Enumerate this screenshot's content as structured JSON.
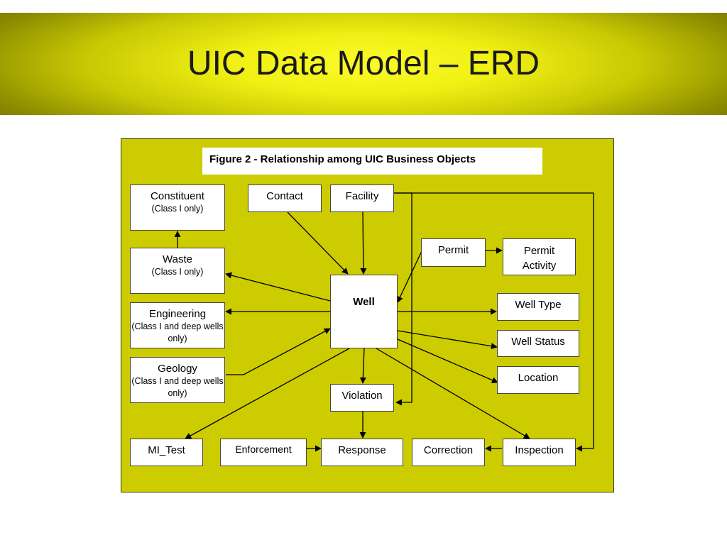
{
  "slide": {
    "title": "UIC Data Model – ERD"
  },
  "figure": {
    "caption": "Figure 2 - Relationship among UIC Business Objects"
  },
  "entities": {
    "constituent": {
      "label": "Constituent",
      "note": "(Class I only)"
    },
    "contact": {
      "label": "Contact"
    },
    "facility": {
      "label": "Facility"
    },
    "permit": {
      "label": "Permit"
    },
    "permit_activity": {
      "label": "Permit Activity"
    },
    "waste": {
      "label": "Waste",
      "note": "(Class I only)"
    },
    "well": {
      "label": "Well"
    },
    "engineering": {
      "label": "Engineering",
      "note": "(Class I and deep wells only)"
    },
    "geology": {
      "label": "Geology",
      "note": "(Class I and deep wells only)"
    },
    "well_type": {
      "label": "Well Type"
    },
    "well_status": {
      "label": "Well Status"
    },
    "location": {
      "label": "Location"
    },
    "violation": {
      "label": "Violation"
    },
    "mi_test": {
      "label": "MI_Test"
    },
    "enforcement": {
      "label": "Enforcement"
    },
    "response": {
      "label": "Response"
    },
    "correction": {
      "label": "Correction"
    },
    "inspection": {
      "label": "Inspection"
    }
  },
  "relationships": [
    [
      "waste",
      "constituent"
    ],
    [
      "contact",
      "well"
    ],
    [
      "facility",
      "well"
    ],
    [
      "facility",
      "violation"
    ],
    [
      "facility",
      "inspection"
    ],
    [
      "permit",
      "permit_activity"
    ],
    [
      "permit",
      "well"
    ],
    [
      "well",
      "waste"
    ],
    [
      "well",
      "engineering"
    ],
    [
      "geology",
      "well"
    ],
    [
      "well",
      "well_type"
    ],
    [
      "well",
      "well_status"
    ],
    [
      "well",
      "location"
    ],
    [
      "well",
      "violation"
    ],
    [
      "well",
      "mi_test"
    ],
    [
      "well",
      "inspection"
    ],
    [
      "violation",
      "response"
    ],
    [
      "enforcement",
      "response"
    ],
    [
      "inspection",
      "correction"
    ]
  ]
}
